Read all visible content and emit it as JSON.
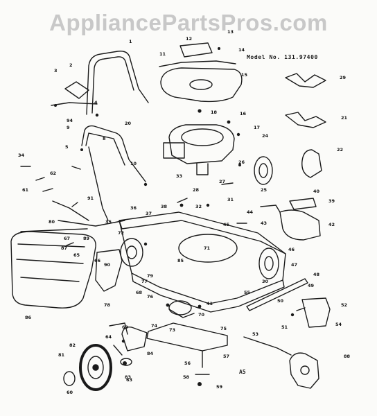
{
  "watermark": "AppliancePartsPros.com",
  "model_label": "Model No. 131.97400",
  "plate_code": "A5",
  "callouts": [
    "1",
    "2",
    "3",
    "4",
    "5",
    "8",
    "9",
    "10",
    "11",
    "12",
    "13",
    "14",
    "15",
    "16",
    "17",
    "18",
    "20",
    "21",
    "22",
    "24",
    "25",
    "26",
    "27",
    "28",
    "29",
    "30",
    "31",
    "32",
    "33",
    "34",
    "35",
    "36",
    "37",
    "38",
    "39",
    "40",
    "41",
    "42",
    "43",
    "44",
    "45",
    "46",
    "47",
    "48",
    "49",
    "50",
    "51",
    "52",
    "53",
    "54",
    "55",
    "56",
    "57",
    "58",
    "59",
    "60",
    "61",
    "62",
    "63",
    "64",
    "65",
    "66",
    "67",
    "68",
    "69",
    "70",
    "71",
    "72",
    "73",
    "74",
    "75",
    "76",
    "77",
    "78",
    "79",
    "80",
    "81",
    "82",
    "83",
    "84",
    "85",
    "86",
    "87",
    "88",
    "89",
    "90",
    "91",
    "94"
  ],
  "colors": {
    "ink": "#1a1a1a",
    "watermark": "#c8c8c8",
    "paper": "#fbfbf9"
  }
}
